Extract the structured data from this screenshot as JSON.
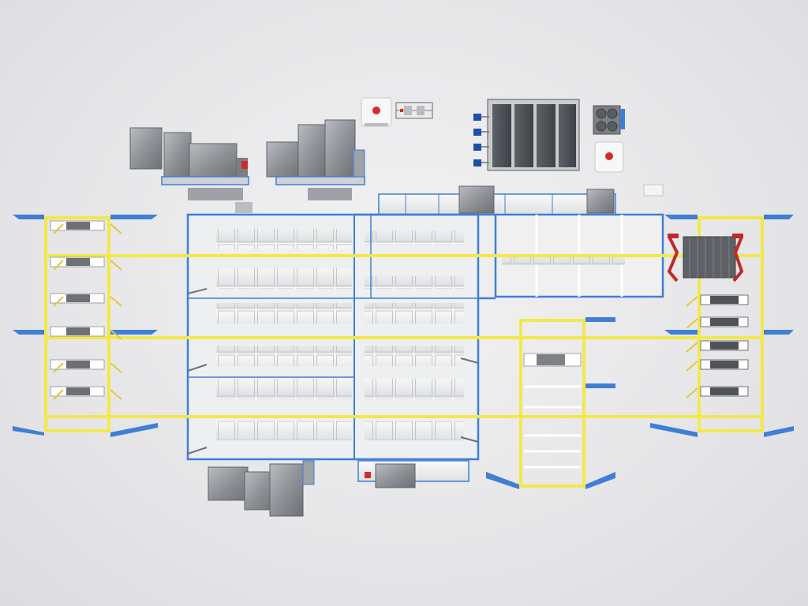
{
  "scene": {
    "colors": {
      "background": "#e6e6e8",
      "frame_blue": "#3f7fd6",
      "rail_yellow": "#f2e84a",
      "unit_grey": "#8f9398",
      "panel_white": "#f4f4f5",
      "tank_white": "#f7f7f7",
      "accent_red": "#d62a2a",
      "pump_blue": "#1f4ea8",
      "press_red": "#c0282a"
    },
    "components": [
      "air-handling-units-top-left",
      "air-handling-units-top-center",
      "chemical-tank-top",
      "filter-skid-top",
      "water-treatment-tanks",
      "chiller-unit",
      "chemical-tank-right",
      "cleanroom-block-main",
      "cleanroom-block-upper-right",
      "gantry-left",
      "gantry-center",
      "gantry-right",
      "press-station-right",
      "exhaust-units-bottom"
    ]
  }
}
